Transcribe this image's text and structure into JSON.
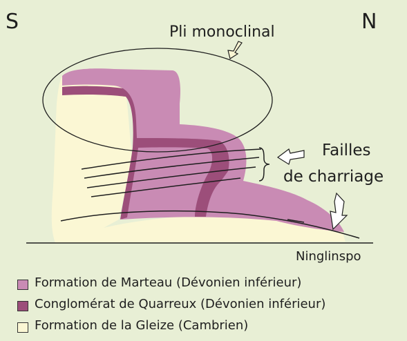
{
  "labels": {
    "south": "S",
    "north": "N",
    "fold": "Pli monoclinal",
    "faults_line1": "Failles",
    "faults_line2": "de charriage",
    "place": "Ninglinspo"
  },
  "legend": [
    {
      "label": "Formation de Marteau (Dévonien inférieur)",
      "color": "#c98bb4"
    },
    {
      "label": "Conglomérat de Quarreux (Dévonien inférieur)",
      "color": "#9c4e7a"
    },
    {
      "label": "Formation de la Gleize (Cambrien)",
      "color": "#fbf7d4"
    }
  ]
}
